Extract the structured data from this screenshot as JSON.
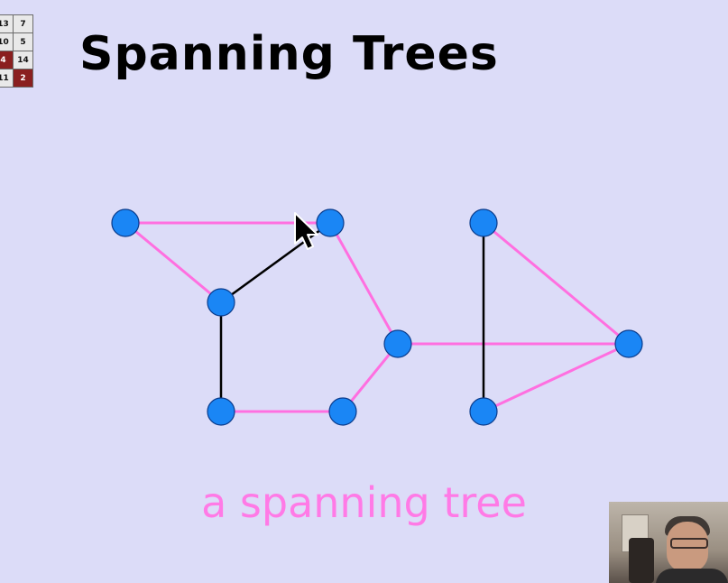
{
  "logo": {
    "cells": [
      {
        "text": "13",
        "dark": false
      },
      {
        "text": "7",
        "dark": false
      },
      {
        "text": "10",
        "dark": false
      },
      {
        "text": "5",
        "dark": false
      },
      {
        "text": "4",
        "dark": true
      },
      {
        "text": "14",
        "dark": false
      },
      {
        "text": "11",
        "dark": false
      },
      {
        "text": "2",
        "dark": true
      }
    ]
  },
  "slide": {
    "title": "Spanning Trees",
    "caption": "a spanning tree"
  },
  "colors": {
    "background": "#dcdcf8",
    "node_fill": "#1a86f5",
    "tree_edge": "#ff6fe0",
    "non_tree_edge": "#000000",
    "caption": "#ff7ae6"
  },
  "graph": {
    "nodes": [
      "A",
      "B",
      "C",
      "D",
      "E",
      "F",
      "G",
      "H",
      "I",
      "J"
    ],
    "edges": [
      {
        "from": "A",
        "to": "B",
        "in_tree": true
      },
      {
        "from": "A",
        "to": "C",
        "in_tree": true
      },
      {
        "from": "C",
        "to": "B",
        "in_tree": false
      },
      {
        "from": "C",
        "to": "D",
        "in_tree": false
      },
      {
        "from": "D",
        "to": "E",
        "in_tree": true
      },
      {
        "from": "E",
        "to": "F",
        "in_tree": true
      },
      {
        "from": "B",
        "to": "F",
        "in_tree": true
      },
      {
        "from": "F",
        "to": "H",
        "in_tree": true
      },
      {
        "from": "G",
        "to": "H",
        "in_tree": true
      },
      {
        "from": "G",
        "to": "I",
        "in_tree": false
      },
      {
        "from": "I",
        "to": "H",
        "in_tree": true
      }
    ]
  },
  "cursor": {
    "icon": "arrow-cursor-icon"
  },
  "webcam": {
    "icon": "presenter-video-icon"
  }
}
